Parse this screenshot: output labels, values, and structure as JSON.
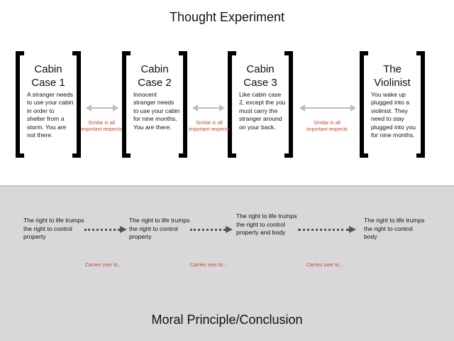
{
  "colors": {
    "top_background": "#ffffff",
    "bottom_background": "#d8d8da",
    "text": "#111111",
    "accent_label": "#c04a2c",
    "similar_arrow": "#bdbdbd",
    "carry_arrow": "#555555"
  },
  "top_title": "Thought Experiment",
  "bottom_title": "Moral Principle/Conclusion",
  "cases": [
    {
      "title_line1": "Cabin",
      "title_line2": "Case 1",
      "description": "A stranger needs to use your cabin in order to shelter from a storm. You are not there."
    },
    {
      "title_line1": "Cabin",
      "title_line2": "Case 2",
      "description": "Innocent stranger needs to use your cabin for nine months. You are there."
    },
    {
      "title_line1": "Cabin",
      "title_line2": "Case 3",
      "description": "Like cabin case 2, except the you must carry the stranger around on your back."
    },
    {
      "title_line1": "The",
      "title_line2": "Violinist",
      "description": "You wake up plugged into a violinist. They need to stay plugged into you for nine months."
    }
  ],
  "similar_labels": [
    "Similar in all important respects",
    "Similar in all important respects",
    "Similar in all important respects"
  ],
  "principles": [
    "The right to life trumps the right to control property",
    "The right to life trumps the right to control property",
    "The right to life trumps the right to control property and body",
    "The right to life trumps the right to control body"
  ],
  "carry_labels": [
    "Carries over to...",
    "Carries over to...",
    "Carries over to..."
  ]
}
